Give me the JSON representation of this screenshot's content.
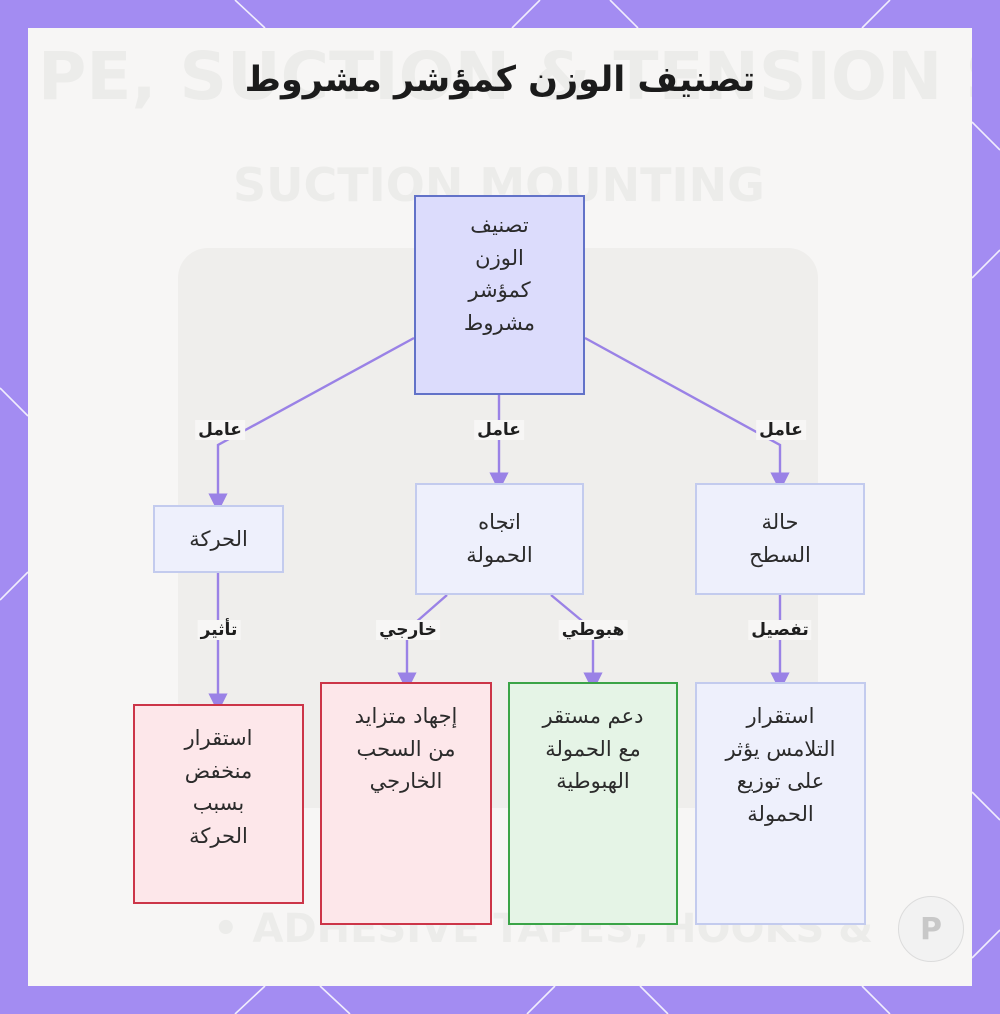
{
  "title": "تصنيف الوزن كمؤشر مشروط",
  "colors": {
    "frame": "#a38cf2",
    "edge": "#9a82e6",
    "root_fill": "#dcdcfc",
    "root_border": "#6272c8",
    "blue_fill": "#eef0fc",
    "red_fill": "#fde7ea",
    "red_border": "#cc3548",
    "green_fill": "#e5f4e6",
    "green_border": "#3aa447"
  },
  "watermark": {
    "line1": "PE, SUCTION & TENSION SO",
    "line2": "SUCTION MOUNTING",
    "line3": "• ADHESIVE TAPES, HOOKS &"
  },
  "nodes": {
    "root": "تصنيف الوزن كمؤشر مشروط",
    "motion": "الحركة",
    "load_direction": "اتجاه الحمولة",
    "surface_state": "حالة السطح",
    "low_stability": "استقرار منخفض بسبب الحركة",
    "external_stress": "إجهاد متزايد من السحب الخارجي",
    "stable_support": "دعم مستقر مع الحمولة الهبوطية",
    "contact_stability": "استقرار التلامس يؤثر على توزيع الحمولة"
  },
  "edge_labels": {
    "factor_left": "عامل",
    "factor_mid": "عامل",
    "factor_right": "عامل",
    "effect": "تأثير",
    "external": "خارجي",
    "downward": "هبوطي",
    "detail": "تفصيل"
  },
  "badge_icon": "brand-logo-icon"
}
